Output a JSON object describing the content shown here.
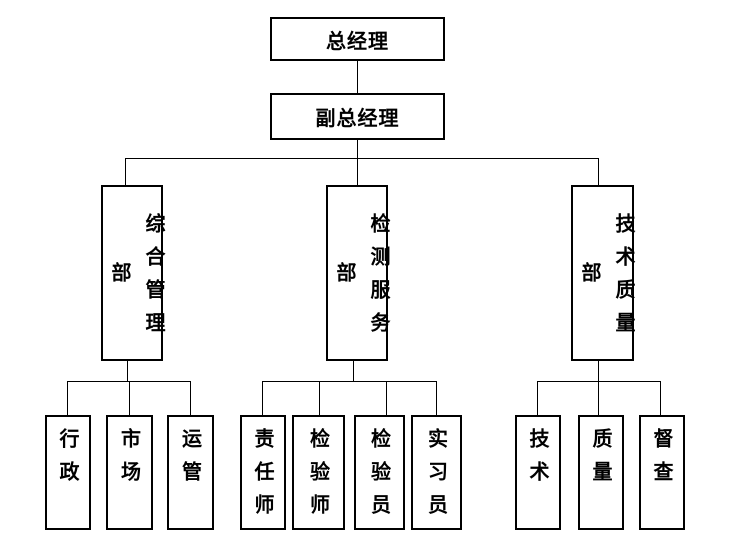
{
  "org_chart": {
    "top": "总经理",
    "deputy": "副总经理",
    "departments": [
      {
        "name": "综合管理部",
        "units": [
          "行政",
          "市场",
          "运管"
        ]
      },
      {
        "name": "检测服务部",
        "units": [
          "责任师",
          "检验师",
          "检验员",
          "实习员"
        ]
      },
      {
        "name": "技术质量部",
        "units": [
          "技术",
          "质量",
          "督查"
        ]
      }
    ]
  }
}
